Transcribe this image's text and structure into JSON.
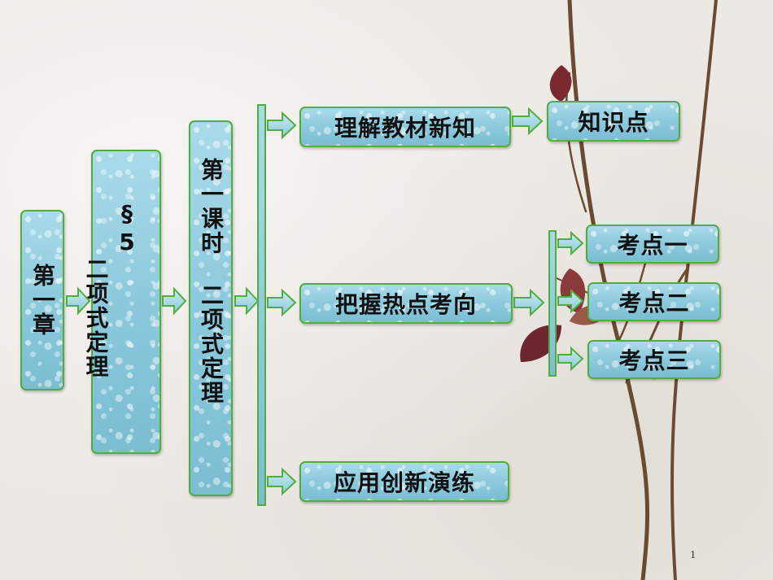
{
  "nodes": {
    "chapter": "第一章",
    "section_num": "§5",
    "section_title": "二项式定理",
    "lesson_num": "第一课时",
    "lesson_title": "二项式定理",
    "branch1": "理解教材新知",
    "branch2": "把握热点考向",
    "branch3": "应用创新演练",
    "knowledge": "知识点",
    "point1": "考点一",
    "point2": "考点二",
    "point3": "考点三"
  },
  "page_number": "1"
}
